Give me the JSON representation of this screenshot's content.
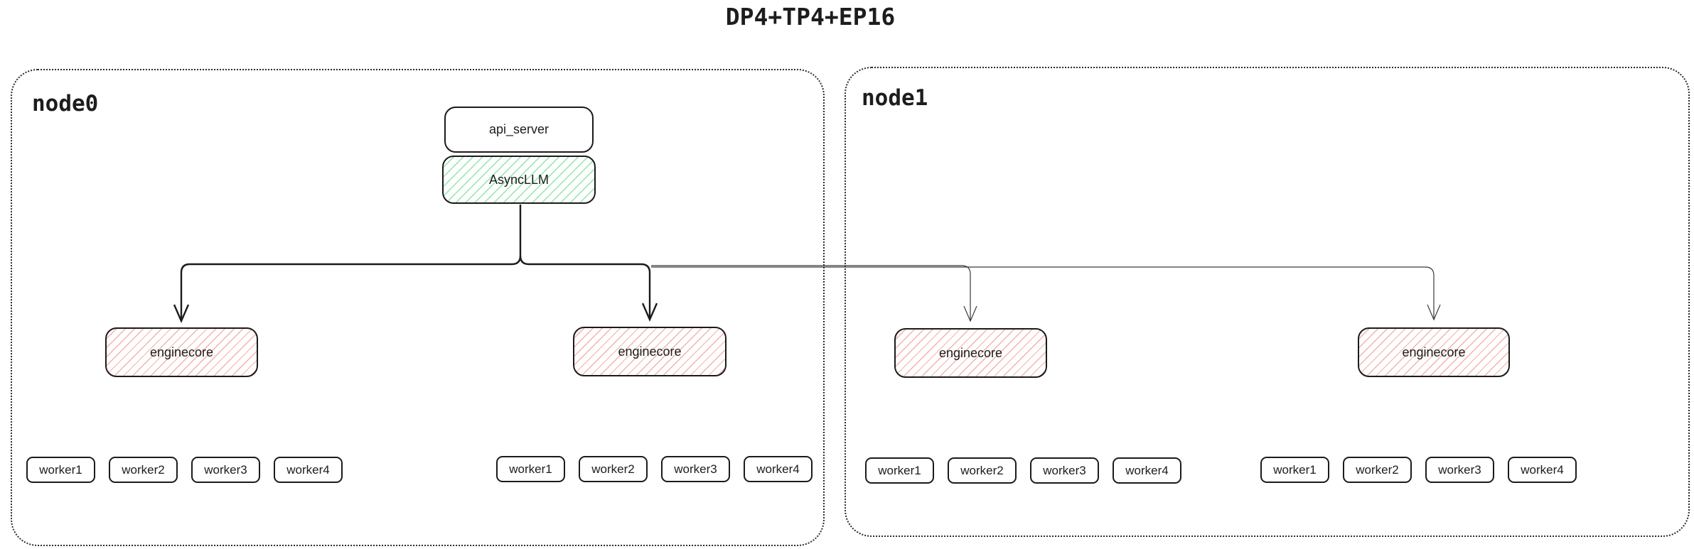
{
  "title": "DP4+TP4+EP16",
  "colors": {
    "green_hatch": "#8ee6a9",
    "red_hatch": "#f3b2ad",
    "line": "#1b1b1b"
  },
  "nodes": [
    {
      "label": "node0",
      "api_server_label": "api_server",
      "asyncllm_label": "AsyncLLM",
      "groups": [
        {
          "enginecore_label": "enginecore",
          "workers": [
            "worker1",
            "worker2",
            "worker3",
            "worker4"
          ]
        },
        {
          "enginecore_label": "enginecore",
          "workers": [
            "worker1",
            "worker2",
            "worker3",
            "worker4"
          ]
        }
      ]
    },
    {
      "label": "node1",
      "groups": [
        {
          "enginecore_label": "enginecore",
          "workers": [
            "worker1",
            "worker2",
            "worker3",
            "worker4"
          ]
        },
        {
          "enginecore_label": "enginecore",
          "workers": [
            "worker1",
            "worker2",
            "worker3",
            "worker4"
          ]
        }
      ]
    }
  ]
}
